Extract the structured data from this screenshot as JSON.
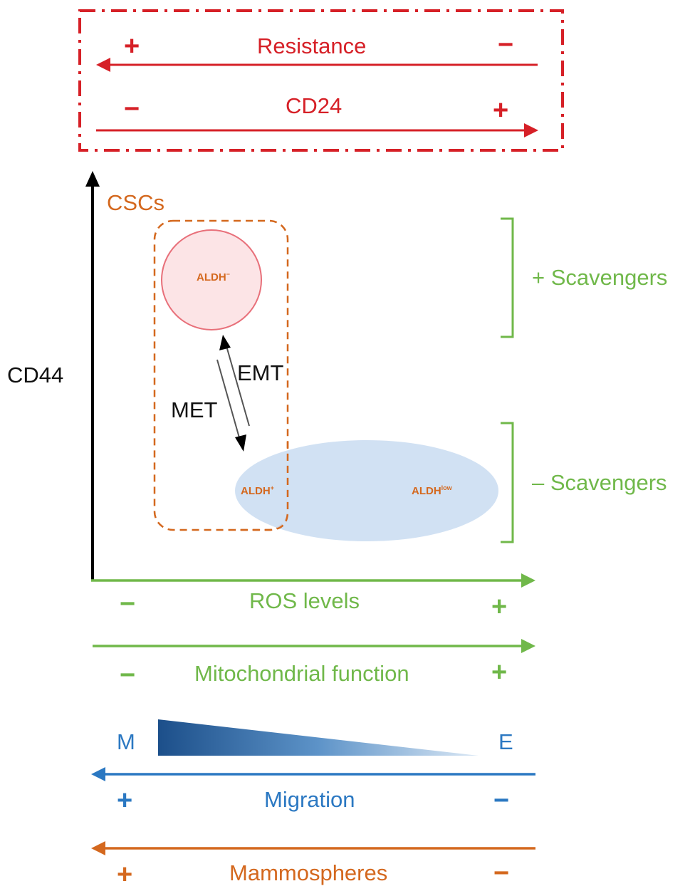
{
  "top_box": {
    "resistance": {
      "label": "Resistance",
      "left_sign": "+",
      "right_sign": "−",
      "direction": "left"
    },
    "cd24": {
      "label": "CD24",
      "left_sign": "−",
      "right_sign": "+",
      "direction": "right"
    },
    "color": "#d62027"
  },
  "plot": {
    "y_axis_label": "CD44",
    "csc_label": "CSCs",
    "aldh_high": {
      "base": "ALDH",
      "sup": "−"
    },
    "aldh_plus": {
      "base": "ALDH",
      "sup": "+"
    },
    "aldh_low": {
      "base": "ALDH",
      "sup": "low"
    },
    "emt_label": "EMT",
    "met_label": "MET",
    "plus_scavengers": "+ Scavengers",
    "minus_scavengers": "– Scavengers"
  },
  "axes": {
    "ros": {
      "label": "ROS levels",
      "left_sign": "−",
      "right_sign": "+",
      "color": "#70b84a"
    },
    "mito": {
      "label": "Mitochondrial function",
      "left_sign": "−",
      "right_sign": "+",
      "color": "#70b84a"
    },
    "me_gradient": {
      "left": "M",
      "right": "E"
    },
    "migration": {
      "label": "Migration",
      "left_sign": "+",
      "right_sign": "−",
      "color": "#2b78c2"
    },
    "mammospheres": {
      "label": "Mammospheres",
      "left_sign": "+",
      "right_sign": "−",
      "color": "#d4681e"
    }
  }
}
